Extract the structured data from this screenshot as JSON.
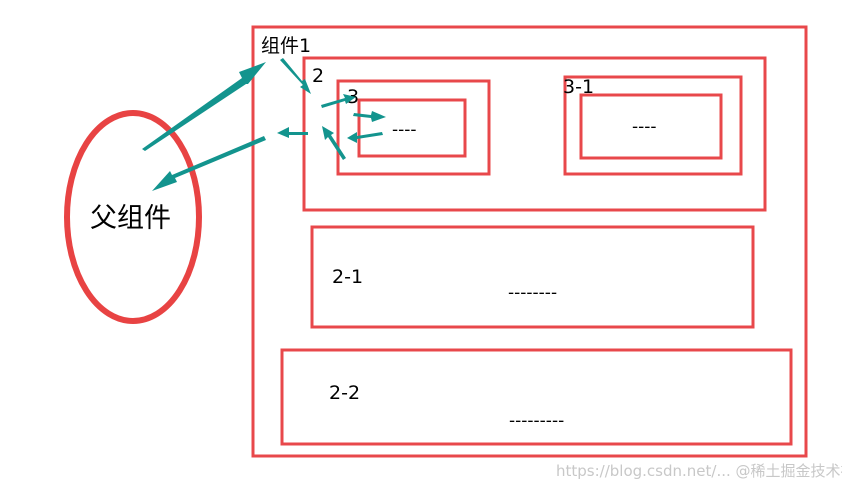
{
  "parent": {
    "label": "父组件"
  },
  "component1": {
    "label": "组件1"
  },
  "box2": {
    "label": "2"
  },
  "box3": {
    "label": "3",
    "content": "----"
  },
  "box3_1": {
    "label": "3-1",
    "content": "----"
  },
  "box2_1": {
    "label": "2-1",
    "content": "--------"
  },
  "box2_2": {
    "label": "2-2",
    "content": "---------"
  },
  "watermark": {
    "text": "https://blog.csdn.net/... @稀土掘金技术社区"
  },
  "colors": {
    "box": "#e8484b",
    "arrow": "#13948e",
    "text": "#000000"
  }
}
